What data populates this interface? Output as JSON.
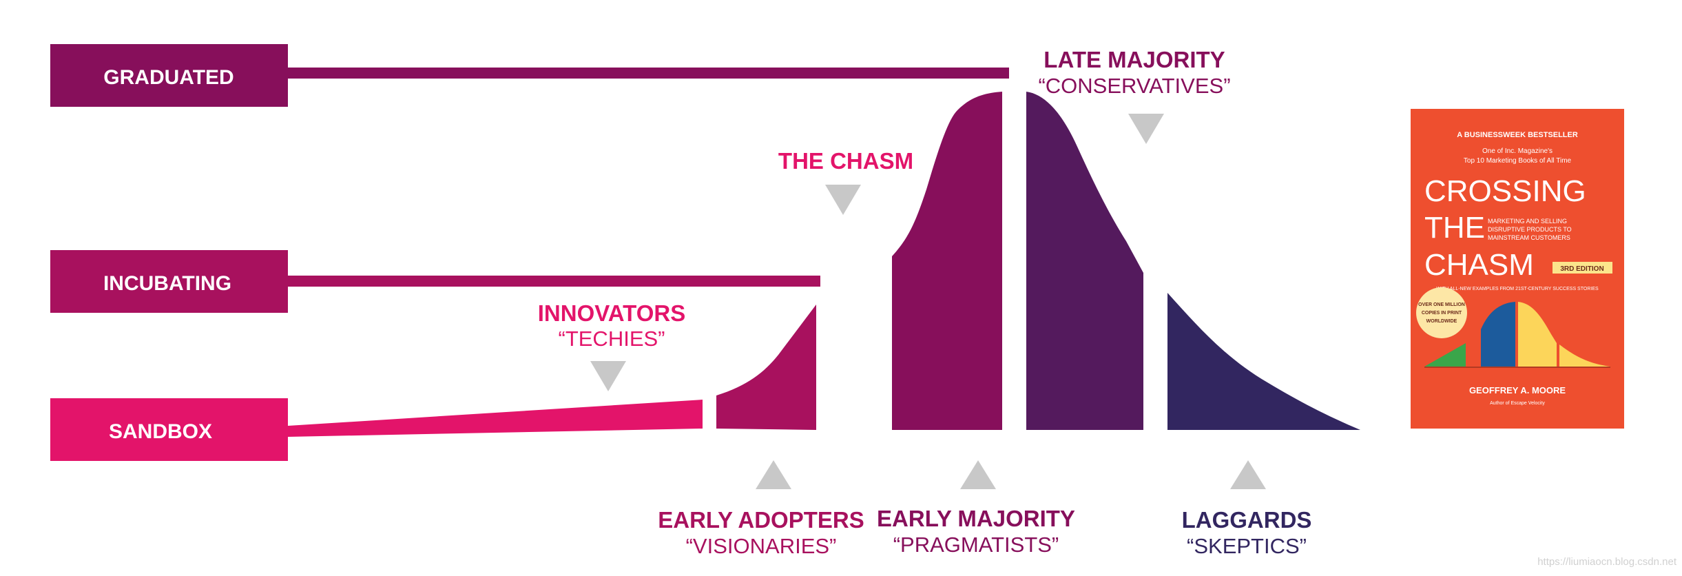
{
  "stages": [
    {
      "label": "GRADUATED",
      "color": "#870f5b"
    },
    {
      "label": "INCUBATING",
      "color": "#a8115e"
    },
    {
      "label": "SANDBOX",
      "color": "#e3146a"
    }
  ],
  "segments": {
    "innovators": {
      "title": "INNOVATORS",
      "subtitle": "“TECHIES”",
      "color": "#e3146a"
    },
    "early_adopters": {
      "title": "EARLY ADOPTERS",
      "subtitle": "“VISIONARIES”",
      "color": "#a8115e"
    },
    "chasm": {
      "title": "THE CHASM",
      "color": "#e3146a"
    },
    "early_majority": {
      "title": "EARLY MAJORITY",
      "subtitle": "“PRAGMATISTS”",
      "color": "#870f5b"
    },
    "late_majority": {
      "title": "LATE MAJORITY",
      "subtitle": "“CONSERVATIVES”",
      "color": "#541a5d"
    },
    "laggards": {
      "title": "LAGGARDS",
      "subtitle": "“SKEPTICS”",
      "color": "#322660"
    }
  },
  "marker_color": "#c8c8c8",
  "book": {
    "bestseller": "A BUSINESSWEEK BESTSELLER",
    "praise_line1": "One of Inc. Magazine's",
    "praise_line2": "Top 10 Marketing Books of All Time",
    "title_line1": "CROSSING",
    "title_line2": "THE",
    "title_line3": "CHASM",
    "subtitle_line1": "MARKETING AND SELLING",
    "subtitle_line2": "DISRUPTIVE PRODUCTS TO",
    "subtitle_line3": "MAINSTREAM CUSTOMERS",
    "edition": "3RD EDITION",
    "examples": "WITH ALL-NEW EXAMPLES FROM 21ST-CENTURY SUCCESS STORIES",
    "badge_line1": "OVER ONE MILLION",
    "badge_line2": "COPIES IN PRINT",
    "badge_line3": "WORLDWIDE",
    "author": "GEOFFREY A. MOORE",
    "author_note": "Author of Escape Velocity",
    "cover_color": "#ee4f2f"
  },
  "watermark": "https://liumiaocn.blog.csdn.net"
}
